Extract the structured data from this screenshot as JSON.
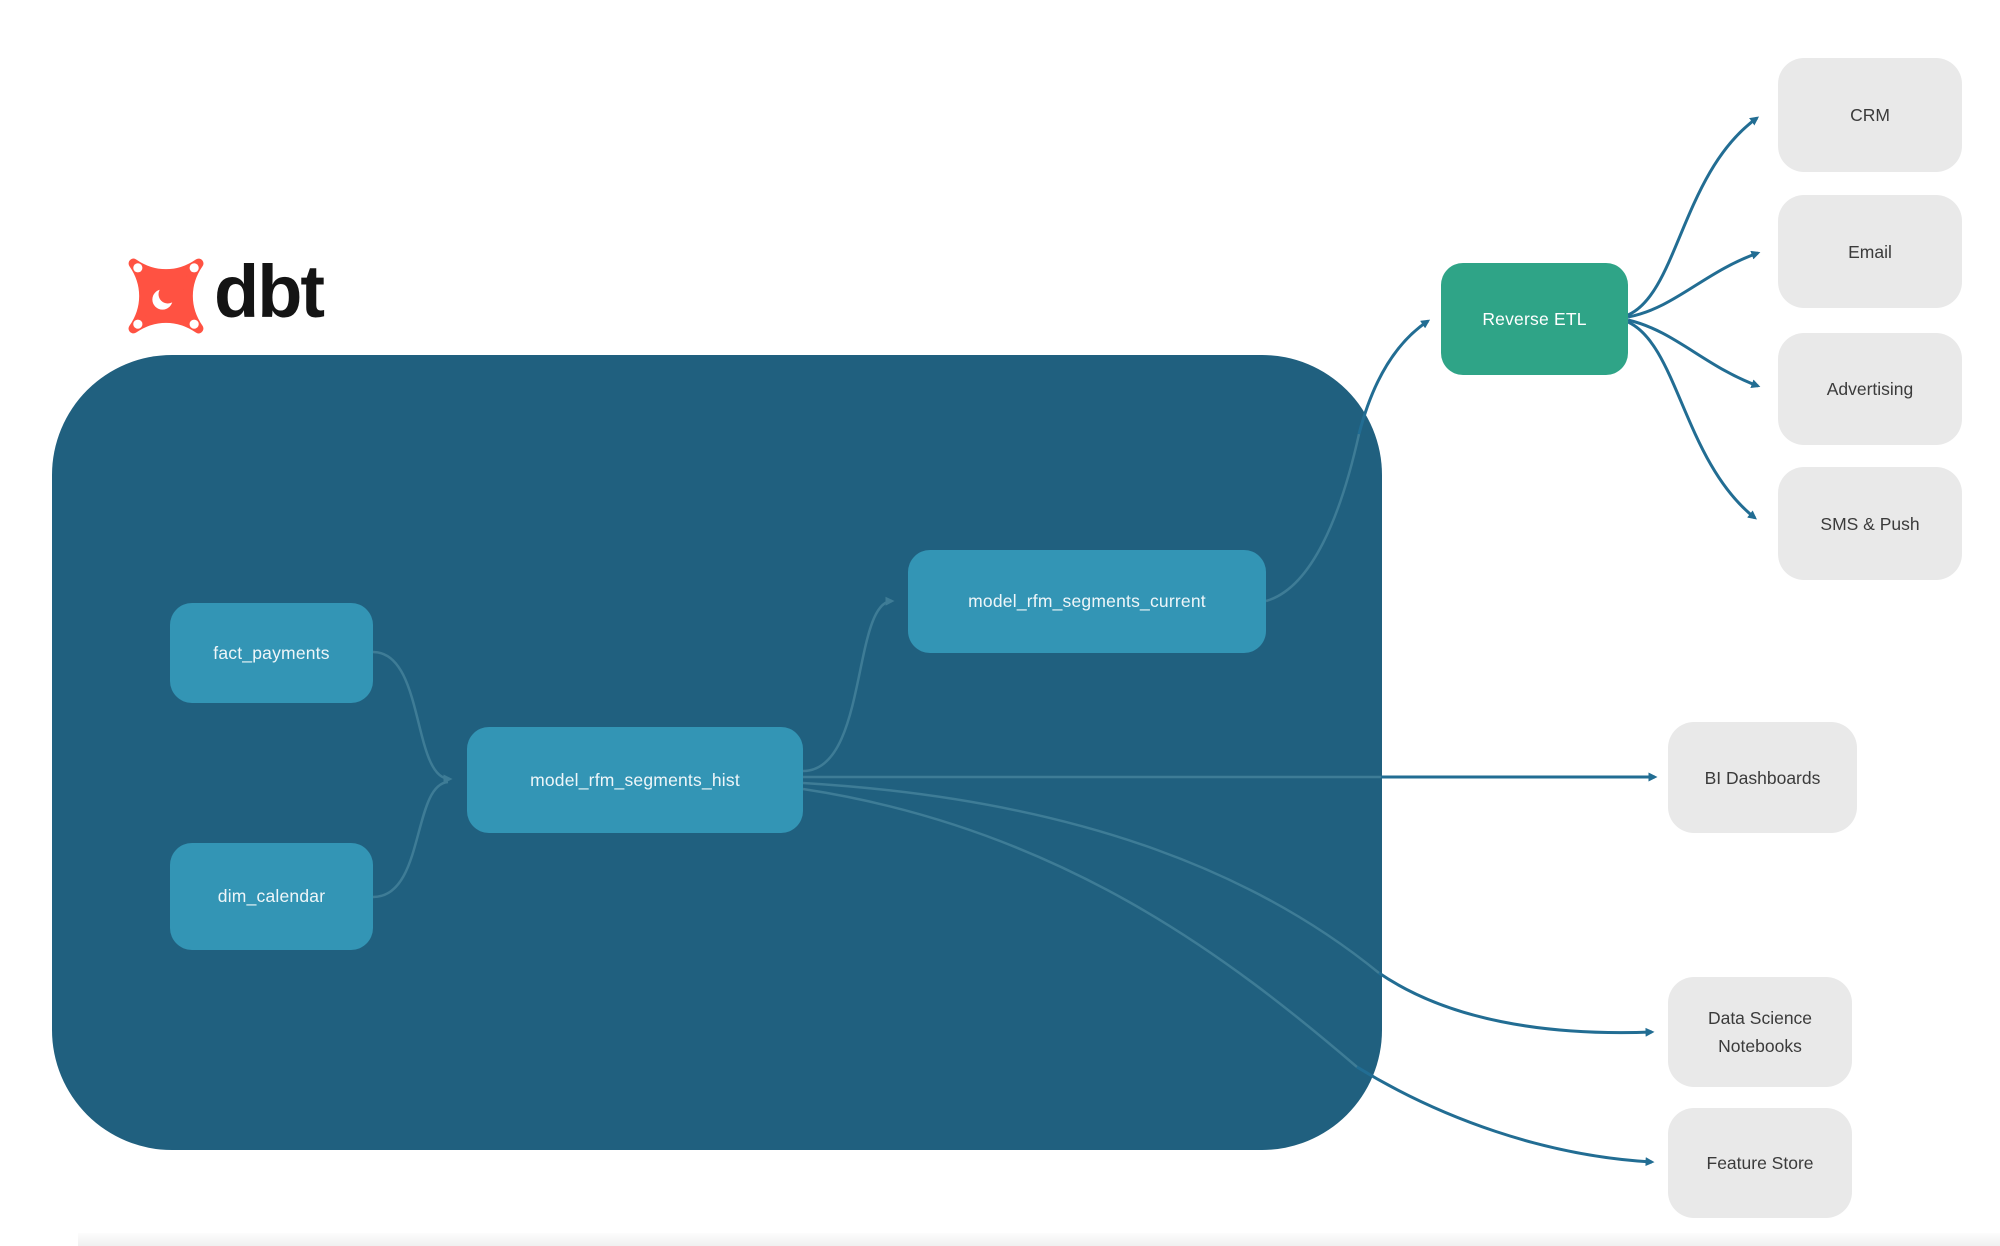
{
  "logo": {
    "text": "dbt"
  },
  "pipeline": {
    "sources": [
      {
        "label": "fact_payments"
      },
      {
        "label": "dim_calendar"
      }
    ],
    "models": [
      {
        "label": "model_rfm_segments_hist"
      },
      {
        "label": "model_rfm_segments_current"
      }
    ]
  },
  "destinations": {
    "reverse_etl": {
      "label": "Reverse ETL"
    },
    "activation_channels": [
      {
        "label": "CRM"
      },
      {
        "label": "Email"
      },
      {
        "label": "Advertising"
      },
      {
        "label": "SMS & Push"
      }
    ],
    "analytics_outputs": [
      {
        "label": "BI Dashboards"
      },
      {
        "label": "Data Science Notebooks"
      },
      {
        "label": "Feature Store"
      }
    ]
  },
  "edges": [
    {
      "from": "fact_payments",
      "to": "model_rfm_segments_hist"
    },
    {
      "from": "dim_calendar",
      "to": "model_rfm_segments_hist"
    },
    {
      "from": "model_rfm_segments_hist",
      "to": "model_rfm_segments_current"
    },
    {
      "from": "model_rfm_segments_current",
      "to": "Reverse ETL"
    },
    {
      "from": "Reverse ETL",
      "to": "CRM"
    },
    {
      "from": "Reverse ETL",
      "to": "Email"
    },
    {
      "from": "Reverse ETL",
      "to": "Advertising"
    },
    {
      "from": "Reverse ETL",
      "to": "SMS & Push"
    },
    {
      "from": "model_rfm_segments_hist",
      "to": "BI Dashboards"
    },
    {
      "from": "model_rfm_segments_hist",
      "to": "Data Science Notebooks"
    },
    {
      "from": "model_rfm_segments_hist",
      "to": "Feature Store"
    }
  ],
  "colors": {
    "container": "#20607f",
    "node": "#3395b5",
    "reverse_etl": "#2fa487",
    "destination": "#e9e9e9",
    "edge": "#226d93",
    "edge_inside": "#3e7c96",
    "logo": "#ff5242"
  }
}
